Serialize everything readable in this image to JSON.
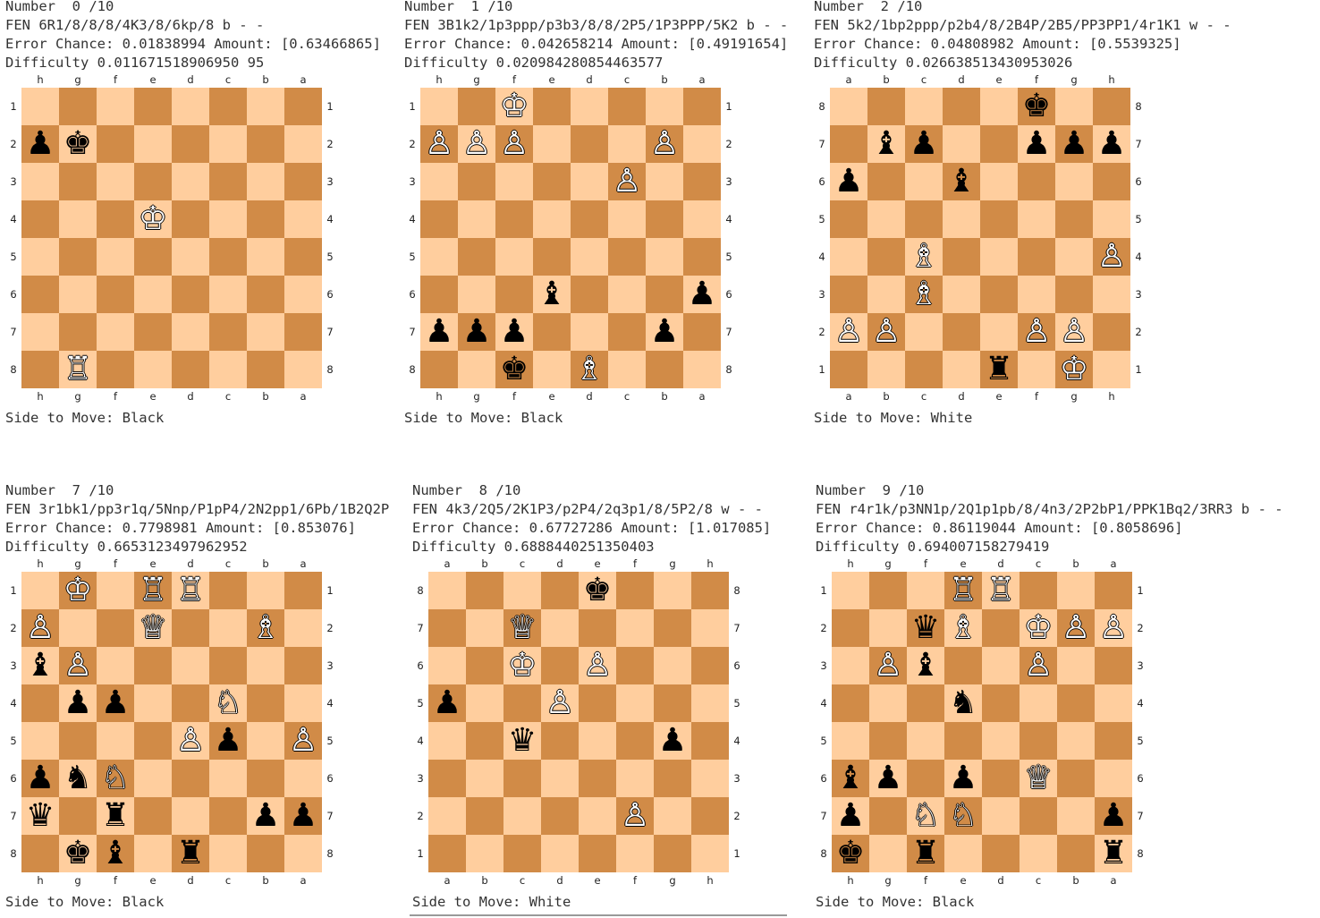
{
  "colors": {
    "light": "#ffce9e",
    "dark": "#d18b47"
  },
  "panels": [
    {
      "number_line": "Number  0 /10",
      "fen_line": "FEN 6R1/8/8/8/4K3/8/6kp/8 b - -",
      "error_line": "Error Chance: 0.01838994 Amount: [0.63466865]",
      "difficulty_line": "Difficulty 0.011671518906950 95",
      "files": [
        "h",
        "g",
        "f",
        "e",
        "d",
        "c",
        "b",
        "a"
      ],
      "ranks": [
        "1",
        "2",
        "3",
        "4",
        "5",
        "6",
        "7",
        "8"
      ],
      "grid": [
        "........",
        "pk......",
        "........",
        "...K....",
        "........",
        "........",
        "........",
        ".R......"
      ],
      "side_to_move": "Side to Move: Black"
    },
    {
      "number_line": "Number  1 /10",
      "fen_line": "FEN 3B1k2/1p3ppp/p3b3/8/8/2P5/1P3PPP/5K2 b - -",
      "error_line": "Error Chance: 0.042658214 Amount: [0.49191654]",
      "difficulty_line": "Difficulty 0.020984280854463577",
      "files": [
        "h",
        "g",
        "f",
        "e",
        "d",
        "c",
        "b",
        "a"
      ],
      "ranks": [
        "1",
        "2",
        "3",
        "4",
        "5",
        "6",
        "7",
        "8"
      ],
      "grid": [
        "..K.....",
        "PPP...P.",
        ".....P..",
        "........",
        "........",
        "...b...p",
        "ppp...p.",
        "..k.B..."
      ],
      "side_to_move": "Side to Move: Black"
    },
    {
      "number_line": "Number  2 /10",
      "fen_line": "FEN 5k2/1bp2ppp/p2b4/8/2B4P/2B5/PP3PP1/4r1K1 w - -",
      "error_line": "Error Chance: 0.04808982 Amount: [0.5539325]",
      "difficulty_line": "Difficulty 0.026638513430953026",
      "files": [
        "a",
        "b",
        "c",
        "d",
        "e",
        "f",
        "g",
        "h"
      ],
      "ranks": [
        "8",
        "7",
        "6",
        "5",
        "4",
        "3",
        "2",
        "1"
      ],
      "grid": [
        ".....k..",
        ".bp..ppp",
        "p..b....",
        "........",
        "..B....P",
        "..B.....",
        "PP...PP.",
        "....r.K."
      ],
      "side_to_move": "Side to Move: White"
    },
    {
      "number_line": "Number  7 /10",
      "fen_line": "FEN 3r1bk1/pp3r1q/5Nnp/P1pP4/2N2pp1/6Pb/1B2Q2P",
      "error_line": "Error Chance: 0.7798981 Amount: [0.853076]",
      "difficulty_line": "Difficulty 0.6653123497962952",
      "files": [
        "h",
        "g",
        "f",
        "e",
        "d",
        "c",
        "b",
        "a"
      ],
      "ranks": [
        "1",
        "2",
        "3",
        "4",
        "5",
        "6",
        "7",
        "8"
      ],
      "grid": [
        ".K.RR...",
        "P..Q..B.",
        "bP......",
        ".pp..N..",
        "....Pp.P",
        "pnN.....",
        "q.r...pp",
        ".kb.r..."
      ],
      "side_to_move": "Side to Move: Black"
    },
    {
      "number_line": "Number  8 /10",
      "fen_line": "FEN 4k3/2Q5/2K1P3/p2P4/2q3p1/8/5P2/8 w - -",
      "error_line": "Error Chance: 0.67727286 Amount: [1.017085]",
      "difficulty_line": "Difficulty 0.6888440251350403",
      "files": [
        "a",
        "b",
        "c",
        "d",
        "e",
        "f",
        "g",
        "h"
      ],
      "ranks": [
        "8",
        "7",
        "6",
        "5",
        "4",
        "3",
        "2",
        "1"
      ],
      "grid": [
        "....k...",
        "..Q.....",
        "..K.P...",
        "p..P....",
        "..q...p.",
        "........",
        ".....P..",
        "........"
      ],
      "side_to_move": "Side to Move: White"
    },
    {
      "number_line": "Number  9 /10",
      "fen_line": "FEN r4r1k/p3NN1p/2Q1p1pb/8/4n3/2P2bP1/PPK1Bq2/3RR3 b - -",
      "error_line": "Error Chance: 0.86119044 Amount: [0.8058696]",
      "difficulty_line": "Difficulty 0.694007158279419",
      "files": [
        "h",
        "g",
        "f",
        "e",
        "d",
        "c",
        "b",
        "a"
      ],
      "ranks": [
        "1",
        "2",
        "3",
        "4",
        "5",
        "6",
        "7",
        "8"
      ],
      "grid": [
        "...RR...",
        "..qB.KPP",
        ".Pb..P..",
        "...n....",
        "........",
        "bp.p.Q..",
        "p.NN...p",
        "k.r....r"
      ],
      "side_to_move": "Side to Move: Black"
    }
  ]
}
